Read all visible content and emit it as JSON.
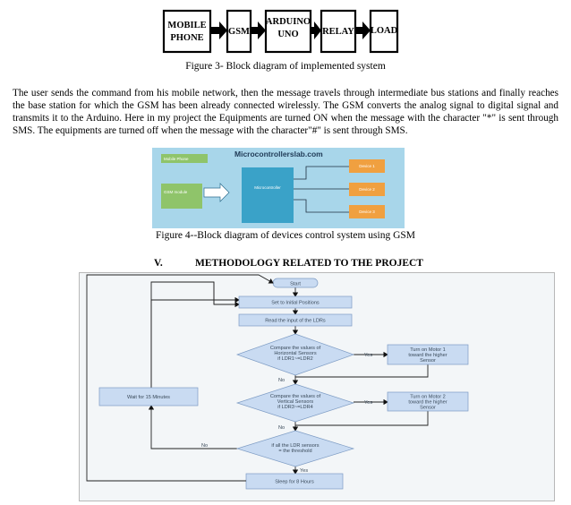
{
  "figure3": {
    "blocks": [
      {
        "line1": "MOBILE",
        "line2": "PHONE"
      },
      {
        "line1": "GSM",
        "line2": ""
      },
      {
        "line1": "ARDUINO",
        "line2": "UNO"
      },
      {
        "line1": "RELAY",
        "line2": ""
      },
      {
        "line1": "LOAD",
        "line2": ""
      }
    ],
    "caption": "Figure 3- Block diagram of implemented system"
  },
  "paragraph": "The user sends the command from his mobile network, then the message travels through intermediate bus stations  and  finally reaches the base station for which the GSM has been already connected wirelessly. The GSM converts the analog signal to digital signal and transmits it to the Arduino. Here in my project the Equipments are turned ON when the message with the  character \"*\" is sent through SMS. The equipments are turned off when the message with the character\"#\"  is sent through SMS.",
  "figure4": {
    "site": "Microcontrollerslab.com",
    "mobile": "Mobile Phone",
    "gsm": "GSM module",
    "micro": "Microcontroller",
    "devices": [
      "Device 1",
      "Device 2",
      "Device 3"
    ],
    "caption": "Figure 4--Block diagram of devices control system using GSM"
  },
  "section": {
    "number": "V.",
    "title": "METHODOLOGY RELATED TO THE PROJECT"
  },
  "flowchart": {
    "start": "Start",
    "initial": "Set to Initial Positions",
    "read": "Read the input of the LDRs",
    "decision1": [
      "Compare the values of",
      "Horizontal Sensors",
      "if LDR1~=LDR2"
    ],
    "motor1": [
      "Turn on Motor 1",
      "toward the higher",
      "Sensor"
    ],
    "decision2": [
      "Compare the values of",
      "Vertical Sensors",
      "if LDR3~=LDR4"
    ],
    "motor2": [
      "Turn on Motor 2",
      "toward the higher",
      "Sensor"
    ],
    "decision3": [
      "if all the LDR sensors",
      "= the threshold"
    ],
    "wait": "Wait for 15 Minutes",
    "sleep": "Sleep for 8 Hours",
    "yes": "Yes",
    "no": "No"
  }
}
